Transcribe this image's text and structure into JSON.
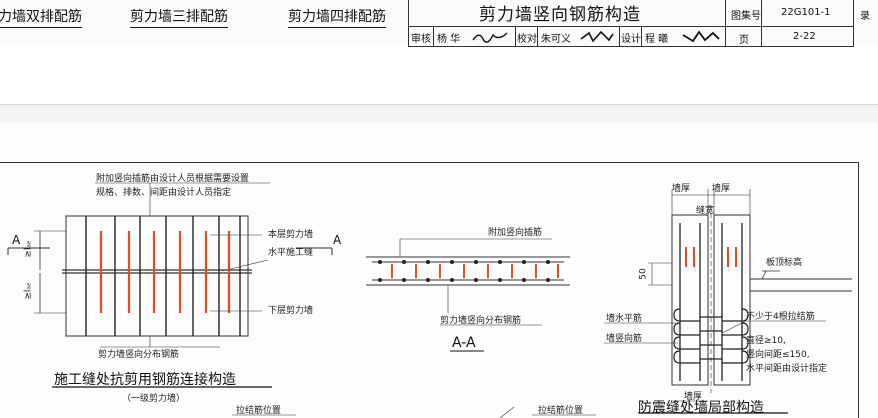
{
  "top": {
    "labels": [
      "力墙双排配筋",
      "剪力墙三排配筋",
      "剪力墙四排配筋"
    ],
    "title_block": {
      "title": "剪力墙竖向钢筋构造",
      "atlas_label": "图集号",
      "atlas_no": "22G101-1",
      "page_label": "页",
      "page_no": "2-22",
      "edge_char": "录",
      "review_label": "审核",
      "review_name": "杨 华",
      "check_label": "校对",
      "check_name": "朱可义",
      "design_label": "设计",
      "design_name": "程 曦"
    }
  },
  "fig1": {
    "note_line1": "附加竖向插筋由设计人员根据需要设置",
    "note_line2": "规格、排数、间距由设计人员指定",
    "upper_wall": "本层剪力墙",
    "joint": "水平施工缝",
    "lower_wall": "下层剪力墙",
    "dist_bar": "剪力墙竖向分布钢筋",
    "len_label": "≥lₐₑ",
    "section_mark": "A",
    "caption": "施工缝处抗剪用钢筋连接构造",
    "subcaption": "（一级剪力墙）"
  },
  "fig2": {
    "extra_bar": "附加竖向插筋",
    "dist_bar": "剪力墙竖向分布钢筋",
    "caption": "A-A"
  },
  "fig3": {
    "wall_thk": "墙厚",
    "gap_width": "缝宽",
    "slab_top": "板顶标高",
    "dim_50": "50",
    "horiz_bar": "墙水平筋",
    "vert_bar": "墙竖向筋",
    "ties_line1": "不少于4根拉结筋",
    "ties_line2": "直径≥10,",
    "ties_line3": "竖向间距≤150,",
    "ties_line4": "水平间距由设计指定",
    "caption": "防震缝处墙局部构造"
  },
  "bottom": {
    "tie_pos": "拉结筋位置"
  },
  "colors": {
    "line": "#333333",
    "rebar_red": "#e8491d"
  }
}
